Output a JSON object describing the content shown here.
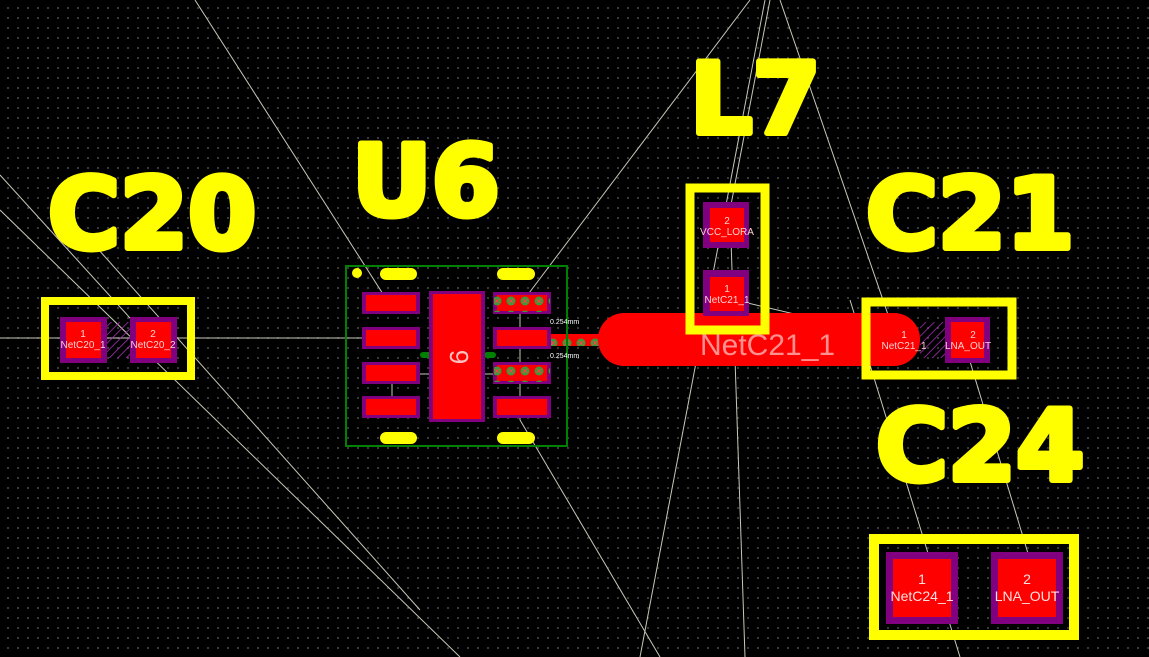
{
  "components": {
    "c20": {
      "designator": "C20",
      "pad1": {
        "num": "1",
        "net": "NetC20_1"
      },
      "pad2": {
        "num": "2",
        "net": "NetC20_2"
      }
    },
    "u6": {
      "designator": "U6",
      "center_pad": "9"
    },
    "l7": {
      "designator": "L7",
      "pad2": {
        "num": "2",
        "net": "VCC_LORA"
      },
      "pad1": {
        "num": "1",
        "net": "NetC21_1"
      }
    },
    "c21": {
      "designator": "C21",
      "pad1": {
        "num": "1",
        "net": "NetC21_1"
      },
      "pad2": {
        "num": "2",
        "net": "LNA_OUT"
      }
    },
    "c24": {
      "designator": "C24",
      "pad1": {
        "num": "1",
        "net": "NetC24_1"
      },
      "pad2": {
        "num": "2",
        "net": "LNA_OUT"
      }
    }
  },
  "trace": {
    "net": "NetC21_1"
  },
  "measurements": {
    "top": "0.254mm",
    "bottom": "0.254mm"
  },
  "colors": {
    "silkscreen": "#ffff00",
    "copper": "#ff0000",
    "mask": "#800080",
    "outline": "#008000"
  }
}
